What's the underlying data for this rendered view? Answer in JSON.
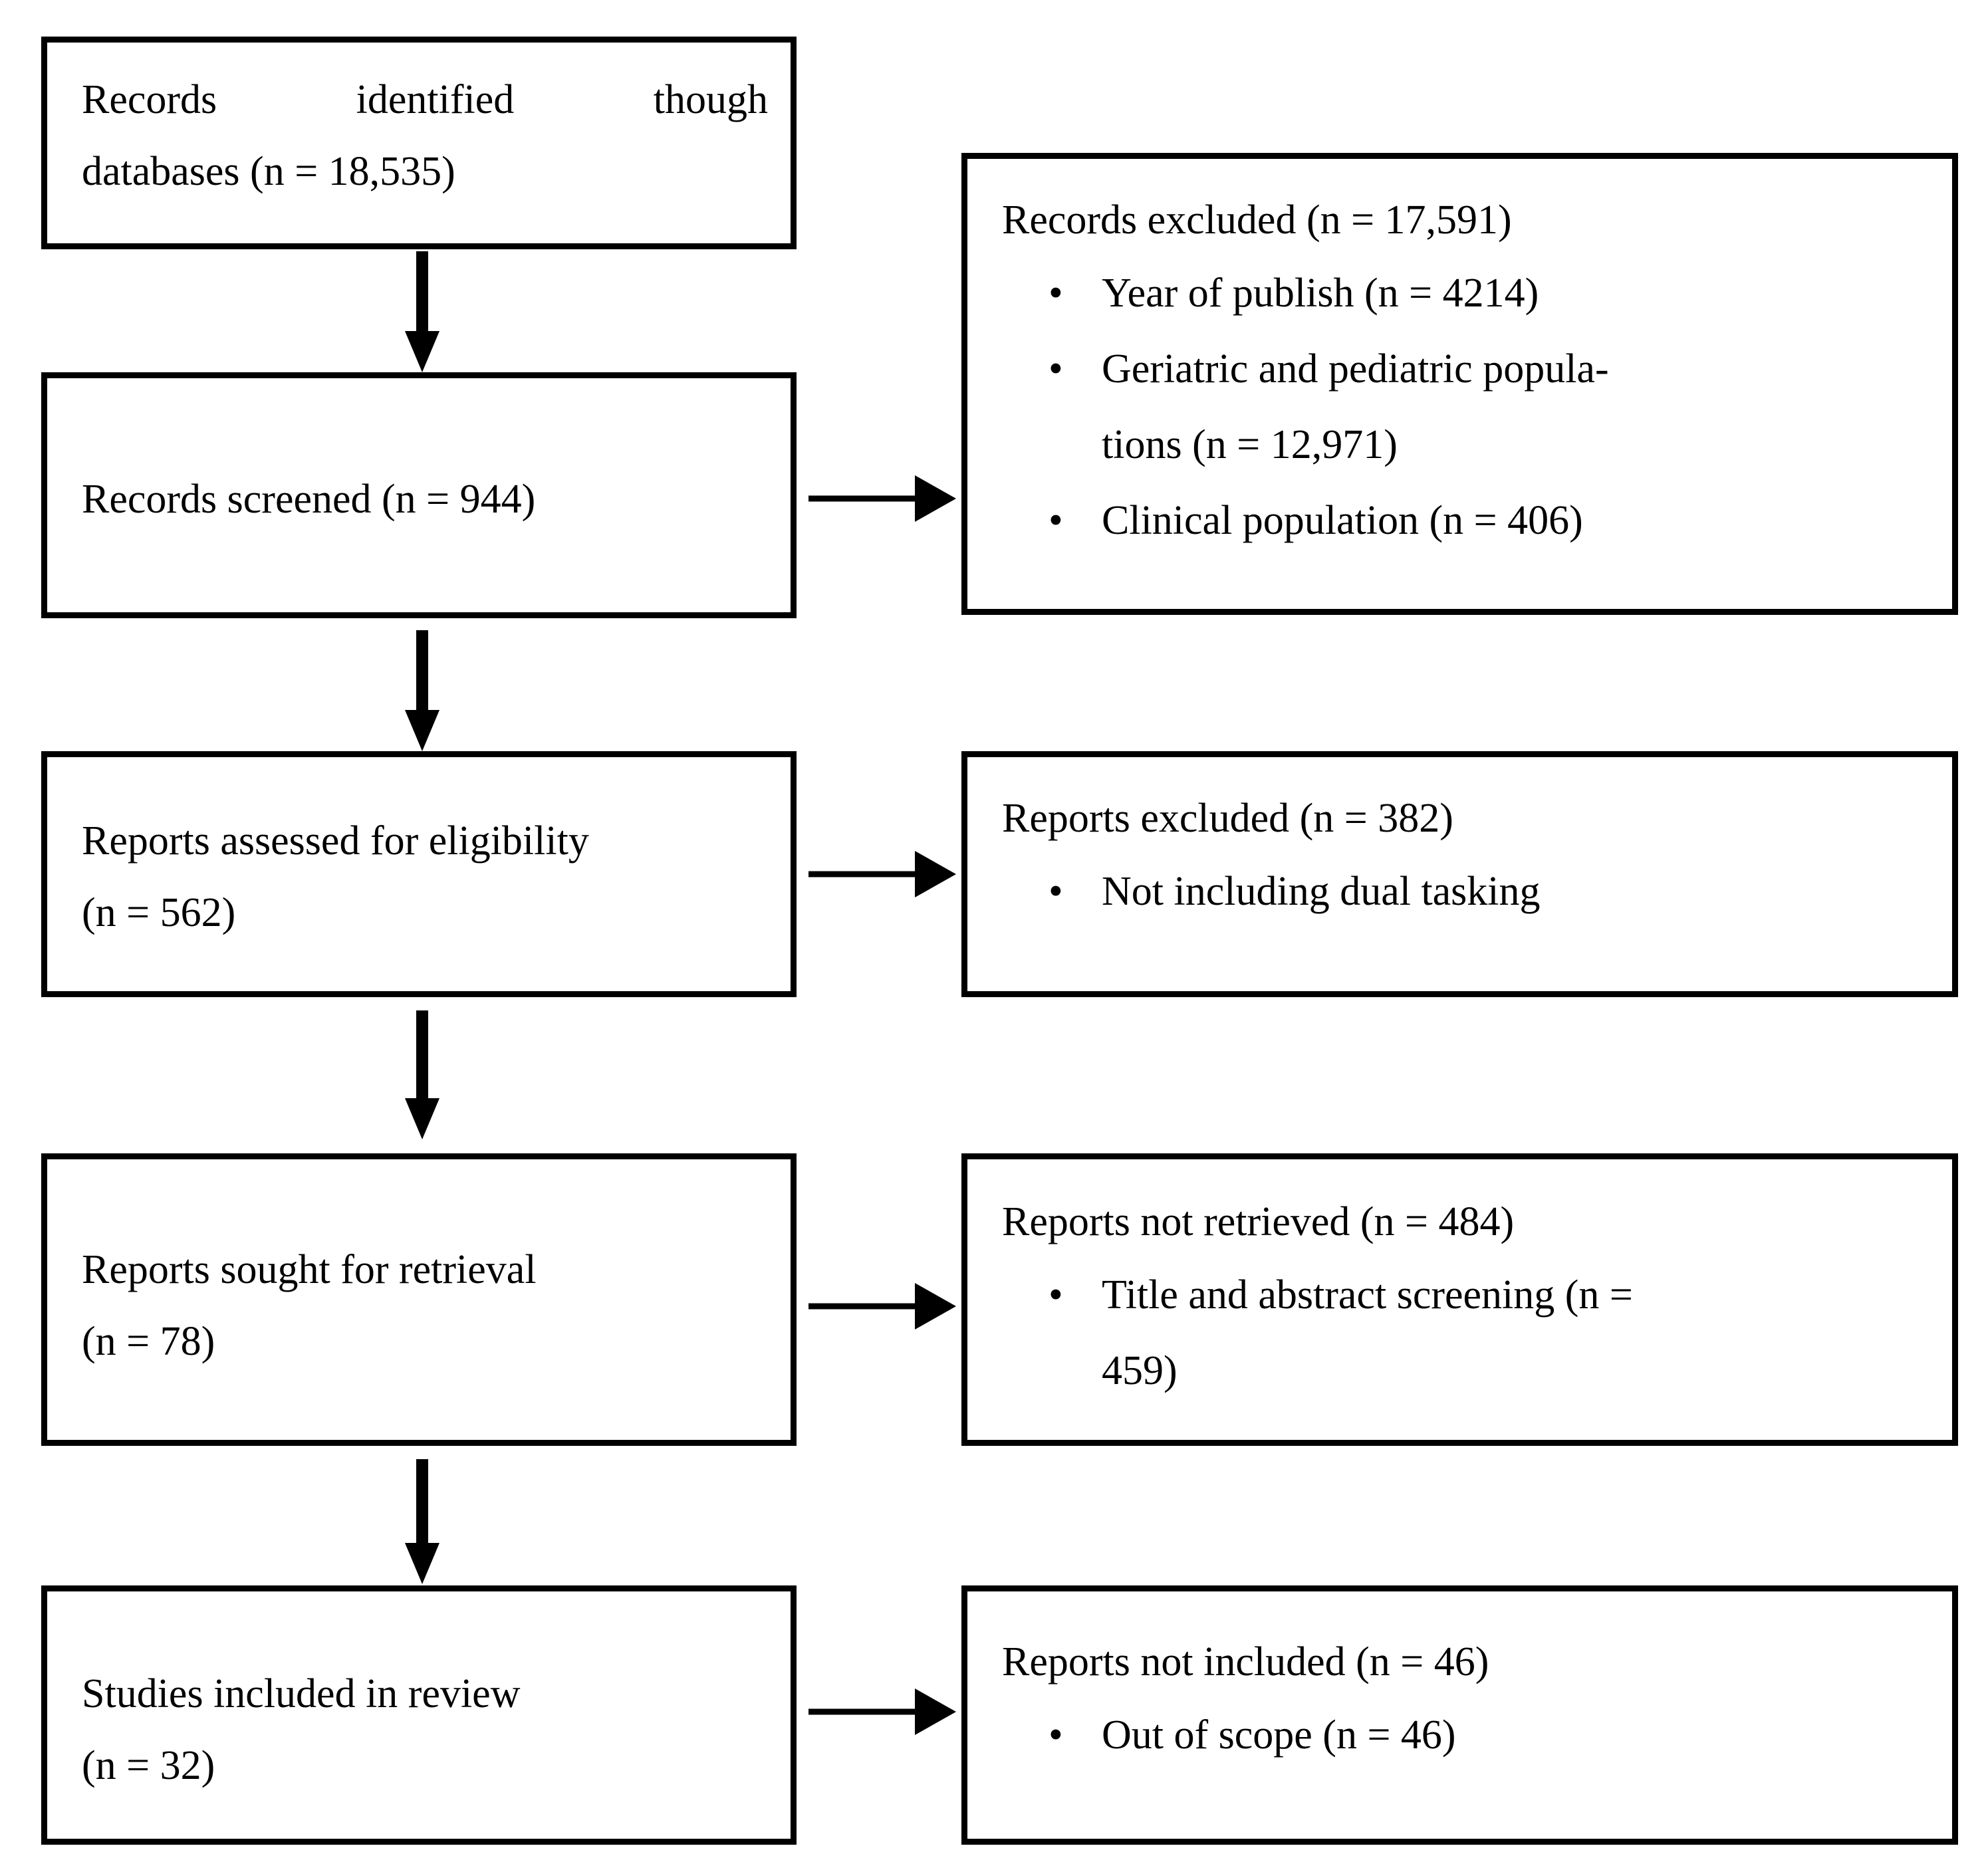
{
  "diagram": {
    "type": "prisma-flow-diagram",
    "bullet_glyph": "•",
    "stroke_color": "#000000",
    "background_color": "#ffffff",
    "boxes": {
      "identified": {
        "line1_words": [
          "Records",
          "identified",
          "though"
        ],
        "line2": "databases (n = 18,535)",
        "full_text": "Records identified though databases (n = 18,535)",
        "count": "18,535"
      },
      "records_excluded": {
        "heading": "Records excluded (n = 17,591)",
        "count": "17,591",
        "bullets": [
          "Year of publish (n = 4214)",
          "Geriatric and pediatric popula-",
          "tions (n = 12,971)",
          "Clinical population (n = 406)"
        ],
        "bullet_items": [
          {
            "text": "Year of publish (n = 4214)",
            "count": "4214",
            "continuation": false
          },
          {
            "text": "Geriatric and pediatric popula-",
            "count": "",
            "continuation": false
          },
          {
            "text": "tions (n = 12,971)",
            "count": "12,971",
            "continuation": true
          },
          {
            "text": "Clinical population (n = 406)",
            "count": "406",
            "continuation": false
          }
        ]
      },
      "screened": {
        "line1": "Records screened (n = 944)",
        "count": "944"
      },
      "assessed": {
        "line1": "Reports assessed for eligibility",
        "line2": "(n = 562)",
        "count": "562"
      },
      "reports_excluded": {
        "heading": "Reports excluded (n = 382)",
        "count": "382",
        "bullet_items": [
          {
            "text": "Not including dual tasking",
            "continuation": false
          }
        ]
      },
      "sought": {
        "line1": "Reports sought for retrieval",
        "line2": "(n = 78)",
        "count": "78"
      },
      "not_retrieved": {
        "heading": "Reports not retrieved (n = 484)",
        "count": "484",
        "bullet_items": [
          {
            "text": "Title and abstract screening (n =",
            "continuation": false
          },
          {
            "text": "459)",
            "count": "459",
            "continuation": true
          }
        ]
      },
      "included": {
        "line1": "Studies included in review",
        "line2": "(n = 32)",
        "count": "32"
      },
      "not_included": {
        "heading": "Reports not included (n = 46)",
        "count": "46",
        "bullet_items": [
          {
            "text": "Out of scope (n = 46)",
            "count": "46",
            "continuation": false
          }
        ]
      }
    }
  }
}
